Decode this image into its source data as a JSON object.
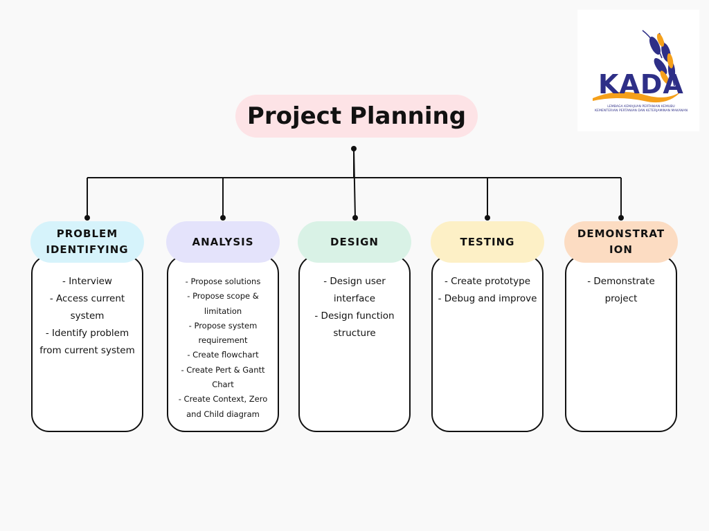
{
  "title": "Project Planning",
  "logo": {
    "name": "KADA",
    "subtitle_line1": "LEMBAGA KEMAJUAN PERTANIAN KEMUBU",
    "subtitle_line2": "KEMENTERIAN PERTANIAN DAN KETERJAMINAN MAKANAN",
    "colors": {
      "navy": "#2e2f87",
      "orange": "#f5a01a"
    }
  },
  "phases": [
    {
      "id": "problem",
      "label": "PROBLEM IDENTIFYING",
      "color": "#d6f3fb",
      "items": [
        "- Interview",
        "- Access current system",
        "- Identify problem from current system"
      ]
    },
    {
      "id": "analysis",
      "label": "ANALYSIS",
      "color": "#e4e3fb",
      "items": [
        "- Propose solutions",
        "- Propose scope & limitation",
        "- Propose system requirement",
        "- Create flowchart",
        "- Create Pert & Gantt Chart",
        "- Create Context, Zero and Child diagram"
      ]
    },
    {
      "id": "design",
      "label": "DESIGN",
      "color": "#d9f2e6",
      "items": [
        "- Design user interface",
        "- Design function structure"
      ]
    },
    {
      "id": "testing",
      "label": "TESTING",
      "color": "#fdf0c6",
      "items": [
        "- Create prototype",
        "- Debug and improve"
      ]
    },
    {
      "id": "demonstration",
      "label": "DEMONSTRAT ION",
      "color": "#fcdcc2",
      "items": [
        "- Demonstrate project"
      ]
    }
  ]
}
